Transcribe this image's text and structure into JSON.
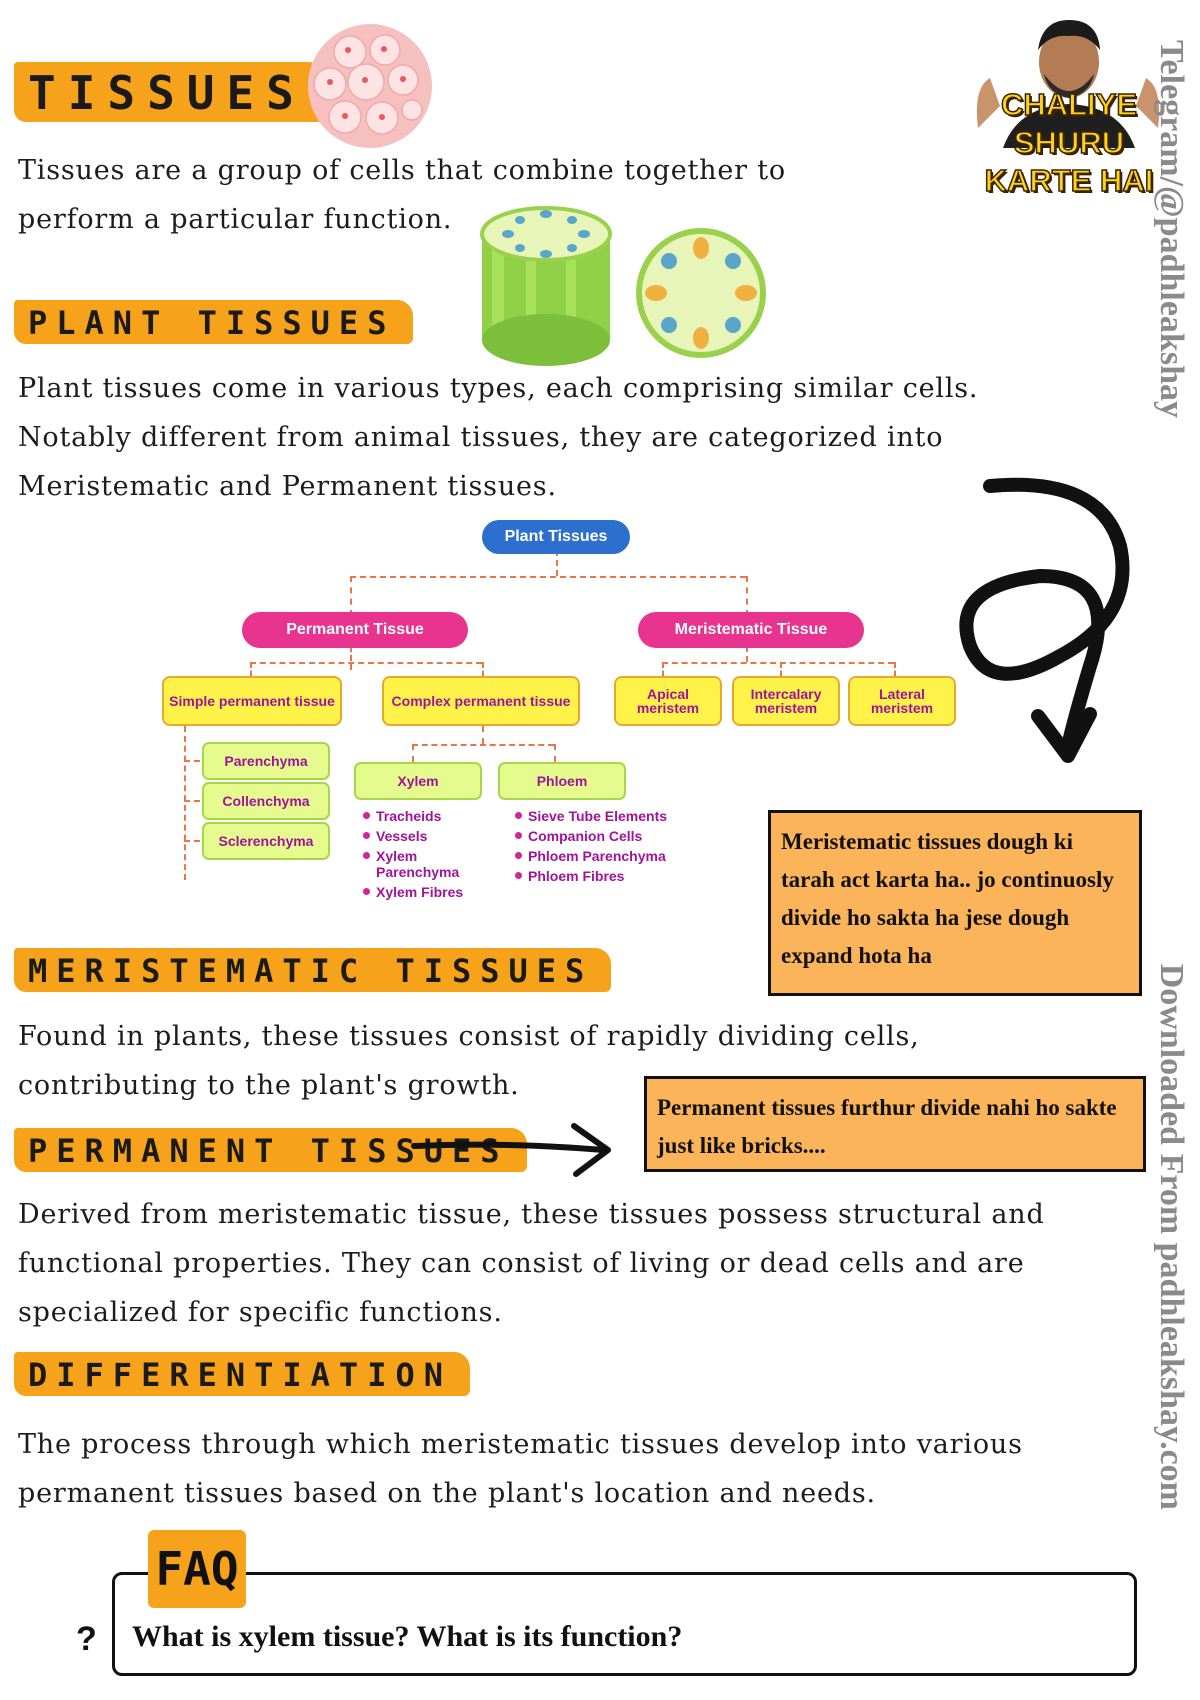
{
  "page": {
    "title": "TISSUES",
    "intro": "Tissues are a group of cells that combine together to perform a particular function.",
    "badge": {
      "line1": "CHALIYE",
      "line2": "SHURU",
      "line3": "KARTE HAI"
    },
    "watermark": {
      "left": "Downloaded From padhleakshay.com",
      "right": "Telegram/@padhleakshay"
    }
  },
  "sections": {
    "plant": {
      "heading": "PLANT TISSUES",
      "text": "Plant tissues come in various types, each comprising similar cells. Notably different from animal tissues, they are categorized into Meristematic and Permanent tissues."
    },
    "meristematic": {
      "heading": "MERISTEMATIC TISSUES",
      "text": "Found in plants, these tissues consist of rapidly dividing cells, contributing to the plant's growth."
    },
    "permanent": {
      "heading": "PERMANENT TISSUES",
      "text": "Derived from meristematic tissue, these tissues possess structural and functional properties. They can consist of living or dead cells and are specialized for specific functions."
    },
    "differentiation": {
      "heading": "DIFFERENTIATION",
      "text": "The process through which meristematic tissues develop into various permanent tissues based on the plant's location and needs."
    }
  },
  "notes": {
    "meristematic": "Meristematic tissues dough ki tarah act karta ha.. jo continuosly divide ho sakta ha jese dough expand hota ha",
    "permanent": "Permanent tissues furthur divide nahi ho sakte just like bricks...."
  },
  "diagram": {
    "root": "Plant Tissues",
    "permanent": "Permanent Tissue",
    "meristematic": "Meristematic Tissue",
    "simple": "Simple permanent tissue",
    "complex": "Complex permanent tissue",
    "apical": "Apical meristem",
    "intercalary": "Intercalary meristem",
    "lateral": "Lateral meristem",
    "parenchyma": "Parenchyma",
    "collenchyma": "Collenchyma",
    "sclerenchyma": "Sclerenchyma",
    "xylem": "Xylem",
    "phloem": "Phloem",
    "xylem_items": [
      "Tracheids",
      "Vessels",
      "Xylem Parenchyma",
      "Xylem Fibres"
    ],
    "phloem_items": [
      "Sieve Tube Elements",
      "Companion Cells",
      "Phloem Parenchyma",
      "Phloem Fibres"
    ]
  },
  "faq": {
    "tag": "FAQ",
    "marker": "?",
    "question": "What is xylem tissue? What is its function?"
  },
  "colors": {
    "accent": "#f6a21a",
    "note_bg": "#fbb45a",
    "pink": "#e8338f",
    "blue": "#2d6fcf"
  },
  "icons": [
    "cell-cluster-icon",
    "stem-cylinder-icon",
    "stem-cross-section-icon",
    "presenter-photo",
    "squiggle-arrow-icon",
    "right-arrow-icon"
  ]
}
